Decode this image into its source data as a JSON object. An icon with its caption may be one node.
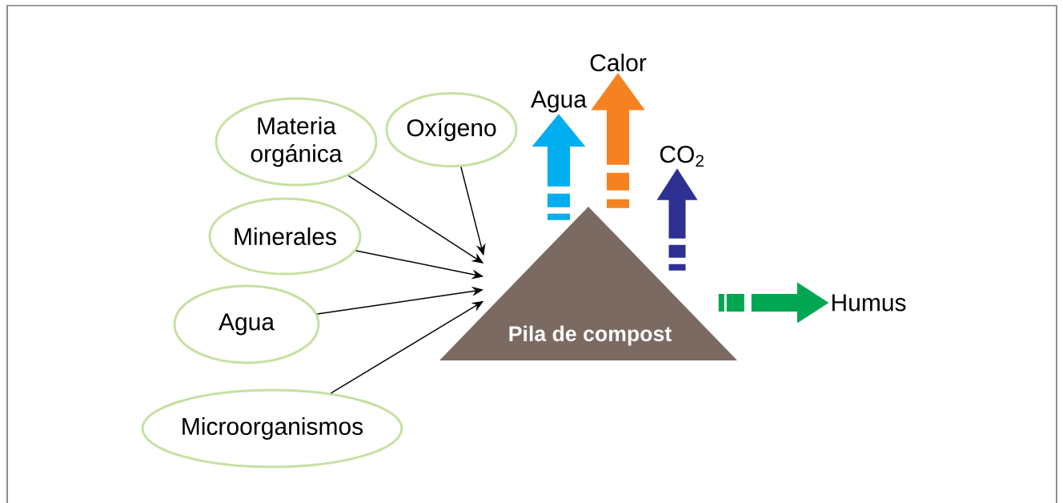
{
  "diagram": {
    "nodes": [
      {
        "text": [
          "Materia orgánica"
        ]
      },
      {
        "text": [
          "Oxígeno"
        ]
      },
      {
        "text": [
          "Minerales"
        ]
      },
      {
        "text": [
          "Agua"
        ]
      },
      {
        "text": [
          "Microorganismos"
        ]
      },
      {
        "text": [
          "Pila de compost"
        ]
      },
      {
        "text": [
          "Agua"
        ]
      },
      {
        "text": [
          "Calor"
        ]
      },
      {
        "text": [
          "CO$_{2}$"
        ]
      },
      {
        "text": [
          "Humus"
        ]
      }
    ],
    "edges": [
      {
        "from": 0,
        "to": 5,
        "arrow": "to"
      },
      {
        "from": 1,
        "to": 5,
        "arrow": "to"
      },
      {
        "from": 2,
        "to": 5,
        "arrow": "to"
      },
      {
        "from": 3,
        "to": 5,
        "arrow": "to"
      },
      {
        "from": 4,
        "to": 5,
        "arrow": "to"
      },
      {
        "from": 5,
        "to": 6,
        "arrow": "to",
        "style": "dashed",
        "color": "#00aeef"
      },
      {
        "from": 5,
        "to": 7,
        "arrow": "to",
        "style": "dashed",
        "color": "#f58220"
      },
      {
        "from": 5,
        "to": 8,
        "arrow": "to",
        "style": "dashed",
        "color": "#2e3192"
      },
      {
        "from": 5,
        "to": 9,
        "arrow": "to",
        "style": "dashed",
        "color": "#00a651"
      }
    ]
  }
}
